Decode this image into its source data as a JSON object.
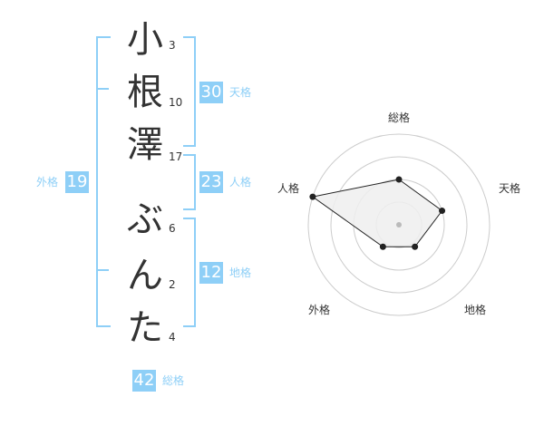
{
  "name_chars": [
    {
      "char": "小",
      "strokes": "3"
    },
    {
      "char": "根",
      "strokes": "10"
    },
    {
      "char": "澤",
      "strokes": "17"
    },
    {
      "char": "ぶ",
      "strokes": "6"
    },
    {
      "char": "ん",
      "strokes": "2"
    },
    {
      "char": "た",
      "strokes": "4"
    }
  ],
  "fortunes": {
    "tenkaku": {
      "value": "30",
      "label": "天格"
    },
    "jinkaku": {
      "value": "23",
      "label": "人格"
    },
    "chikaku": {
      "value": "12",
      "label": "地格"
    },
    "gaikaku": {
      "value": "19",
      "label": "外格"
    },
    "soukaku": {
      "value": "42",
      "label": "総格"
    }
  },
  "radar": {
    "axes": [
      "総格",
      "天格",
      "地格",
      "外格",
      "人格"
    ],
    "values": [
      0.5,
      0.5,
      0.3,
      0.3,
      1.0
    ],
    "colors": {
      "fill": "#eeeeee",
      "stroke": "#222222",
      "grid": "#cccccc",
      "center": "#bbbbbb"
    }
  },
  "colors": {
    "accent": "#8ecff7",
    "text": "#333333"
  }
}
